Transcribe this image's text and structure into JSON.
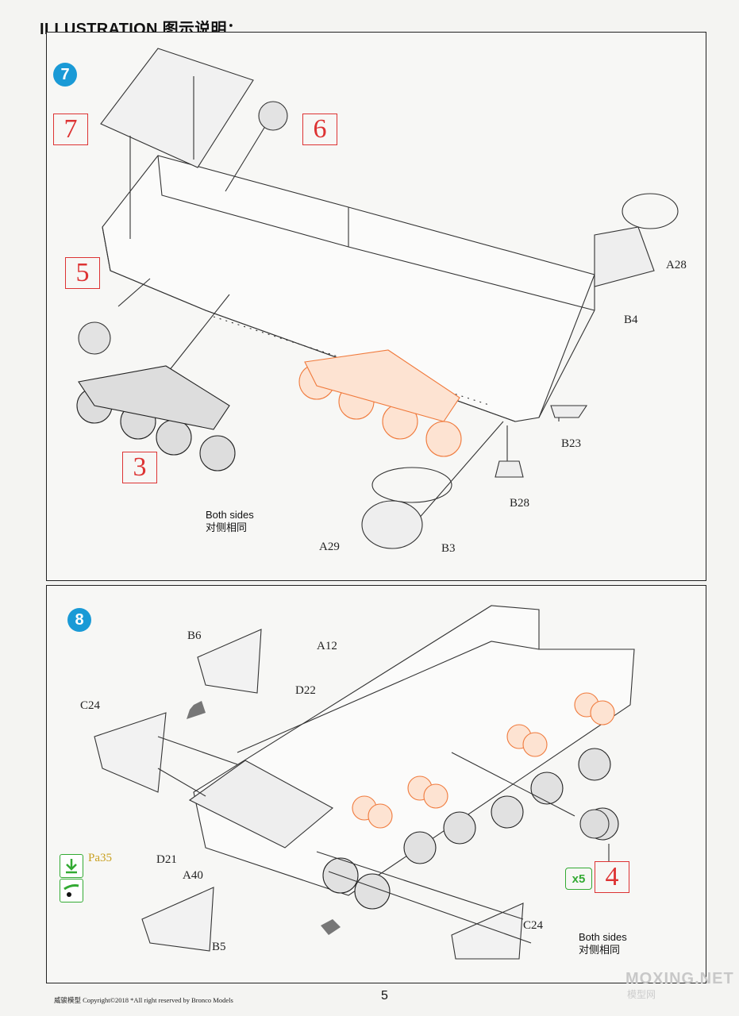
{
  "header": "ILLUSTRATION 图示说明：",
  "step7": {
    "number": "7",
    "refs": [
      "7",
      "6",
      "5",
      "3"
    ],
    "parts": [
      "A28",
      "B4",
      "B23",
      "B28",
      "B3",
      "A29"
    ],
    "note_en": "Both sides",
    "note_cn": "对侧相同"
  },
  "step8": {
    "number": "8",
    "ref": "4",
    "multiplier": "x5",
    "paint": "Pa35",
    "parts": [
      "B6",
      "A12",
      "D22",
      "C24",
      "D21",
      "A40",
      "B5",
      "C24"
    ],
    "note_en": "Both sides",
    "note_cn": "对侧相同"
  },
  "footer": "威骏模型  Copyright©2018  *All right reserved by Bronco Models",
  "page_number": "5",
  "watermark": "MOXING.NET",
  "watermark_cn": "模型网",
  "colors": {
    "step_badge": "#1a9ad6",
    "ref_box": "#d33333",
    "highlight": "#f07a3c",
    "x5": "#33aa33",
    "paint": "#c9a020"
  }
}
